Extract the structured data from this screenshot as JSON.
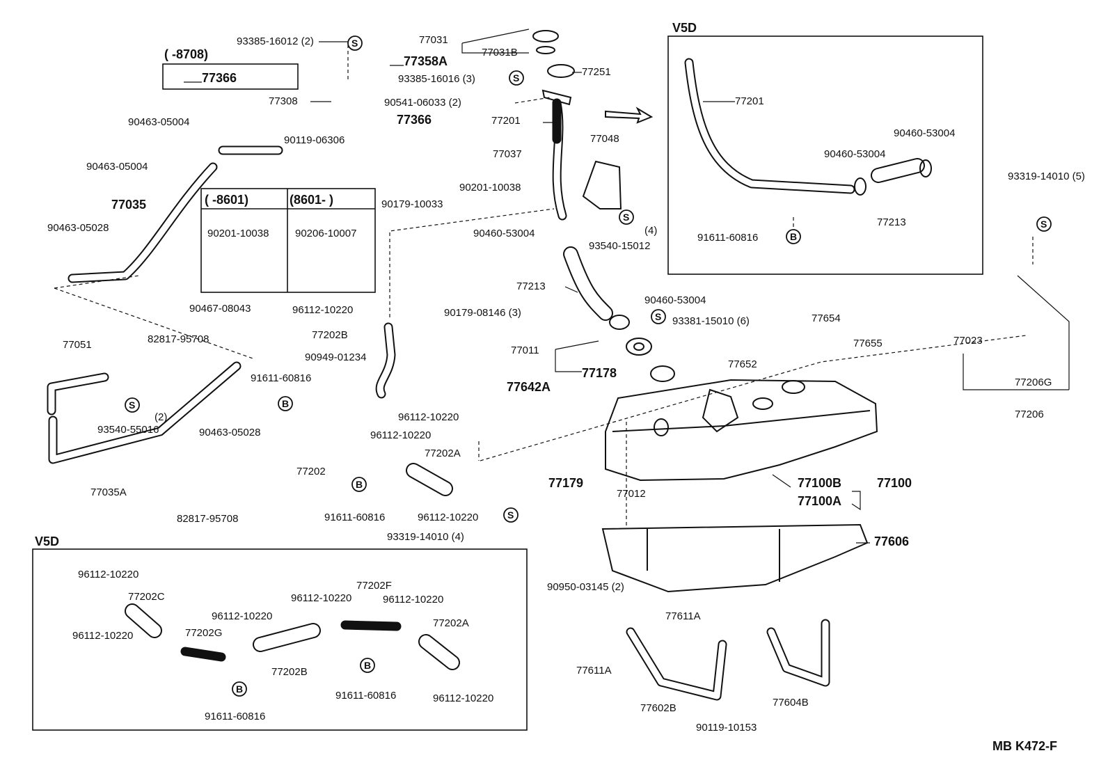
{
  "diagram": {
    "code": "MB  K472-F",
    "boxes": {
      "v5d_top_title": "V5D",
      "v5d_bottom_title": "V5D",
      "prod_range_a": "(       -8601)",
      "prod_range_b": "(8601-       )",
      "prod_range_top": "(       -8708)"
    },
    "symbols": [
      "S",
      "B"
    ],
    "labels": [
      "93385-16012 (2)",
      "77358A",
      "77366",
      "77308",
      "90541-06033 (2)",
      "77366",
      "90119-06306",
      "77037",
      "90463-05004",
      "90463-05004",
      "77035",
      "90201-10038",
      "90179-10033",
      "90201-10038",
      "90206-10007",
      "90463-05028",
      "90467-08043",
      "77031",
      "77031B",
      "93385-16016 (3)",
      "77251",
      "77201",
      "77048",
      "90460-53004",
      "93540-15012",
      "(4)",
      "77213",
      "90460-53004",
      "93381-15010 (6)",
      "77654",
      "77655",
      "77011",
      "77652",
      "77178",
      "77642A",
      "90179-08146 (3)",
      "96112-10220",
      "77202B",
      "90949-01234",
      "91611-60816",
      "96112-10220",
      "96112-10220",
      "77202A",
      "77202",
      "91611-60816",
      "96112-10220",
      "93319-14010 (4)",
      "77179",
      "77012",
      "77051",
      "82817-95708",
      "93540-55016",
      "(2)",
      "90463-05028",
      "77035A",
      "82817-95708",
      "77201",
      "90460-53004",
      "90460-53004",
      "91611-60816",
      "77213",
      "93319-14010 (5)",
      "77023",
      "77206G",
      "77206",
      "77100B",
      "77100",
      "77100A",
      "77606",
      "90950-03145 (2)",
      "77611A",
      "77611A",
      "77602B",
      "90119-10153",
      "77604B",
      "96112-10220",
      "77202C",
      "96112-10220",
      "77202G",
      "96112-10220",
      "77202B",
      "96112-10220",
      "77202F",
      "96112-10220",
      "77202A",
      "91611-60816",
      "91611-60816",
      "96112-10220"
    ]
  }
}
